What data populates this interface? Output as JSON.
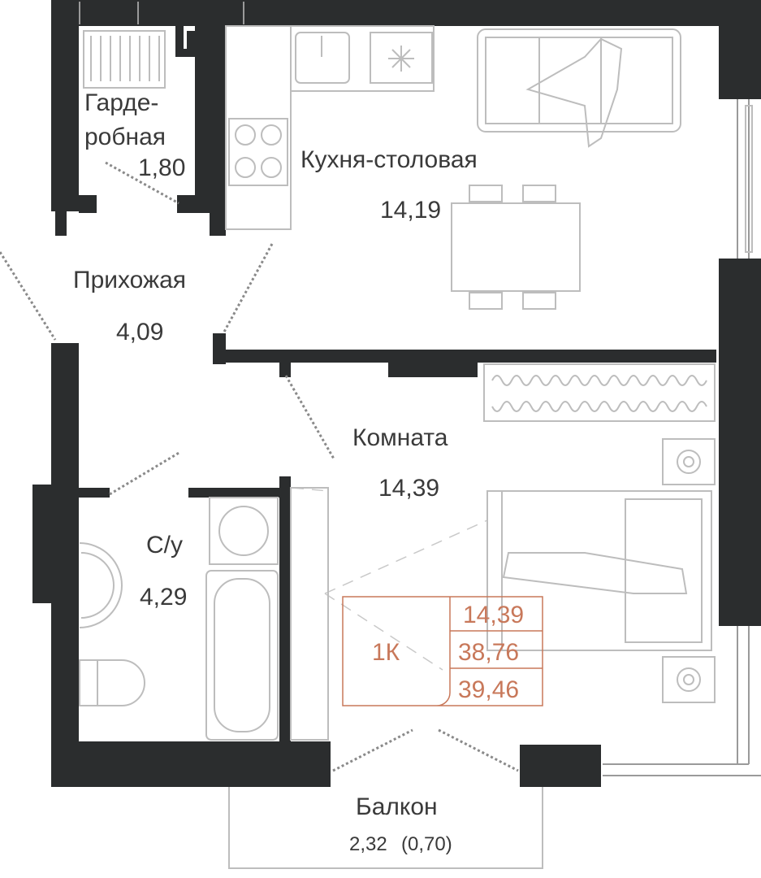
{
  "plan": {
    "rooms": [
      {
        "id": "wardrobe",
        "label_line1": "Гарде-",
        "label_line2": "робная",
        "area": "1,80"
      },
      {
        "id": "kitchen",
        "label": "Кухня-столовая",
        "area": "14,19"
      },
      {
        "id": "hallway",
        "label": "Прихожая",
        "area": "4,09"
      },
      {
        "id": "room",
        "label": "Комната",
        "area": "14,39"
      },
      {
        "id": "bathroom",
        "label": "С/у",
        "area": "4,29"
      },
      {
        "id": "balcony",
        "label": "Балкон",
        "area": "2,32",
        "area_reduced": "(0,70)"
      }
    ],
    "summary": {
      "type": "1К",
      "living_area": "14,39",
      "total_area": "38,76",
      "total_area_with_balcony": "39,46",
      "accent_color": "#c8785a"
    },
    "colors": {
      "wall": "#2b2d2e",
      "furniture": "#bdbdbd",
      "text": "#3a3a3a"
    }
  }
}
